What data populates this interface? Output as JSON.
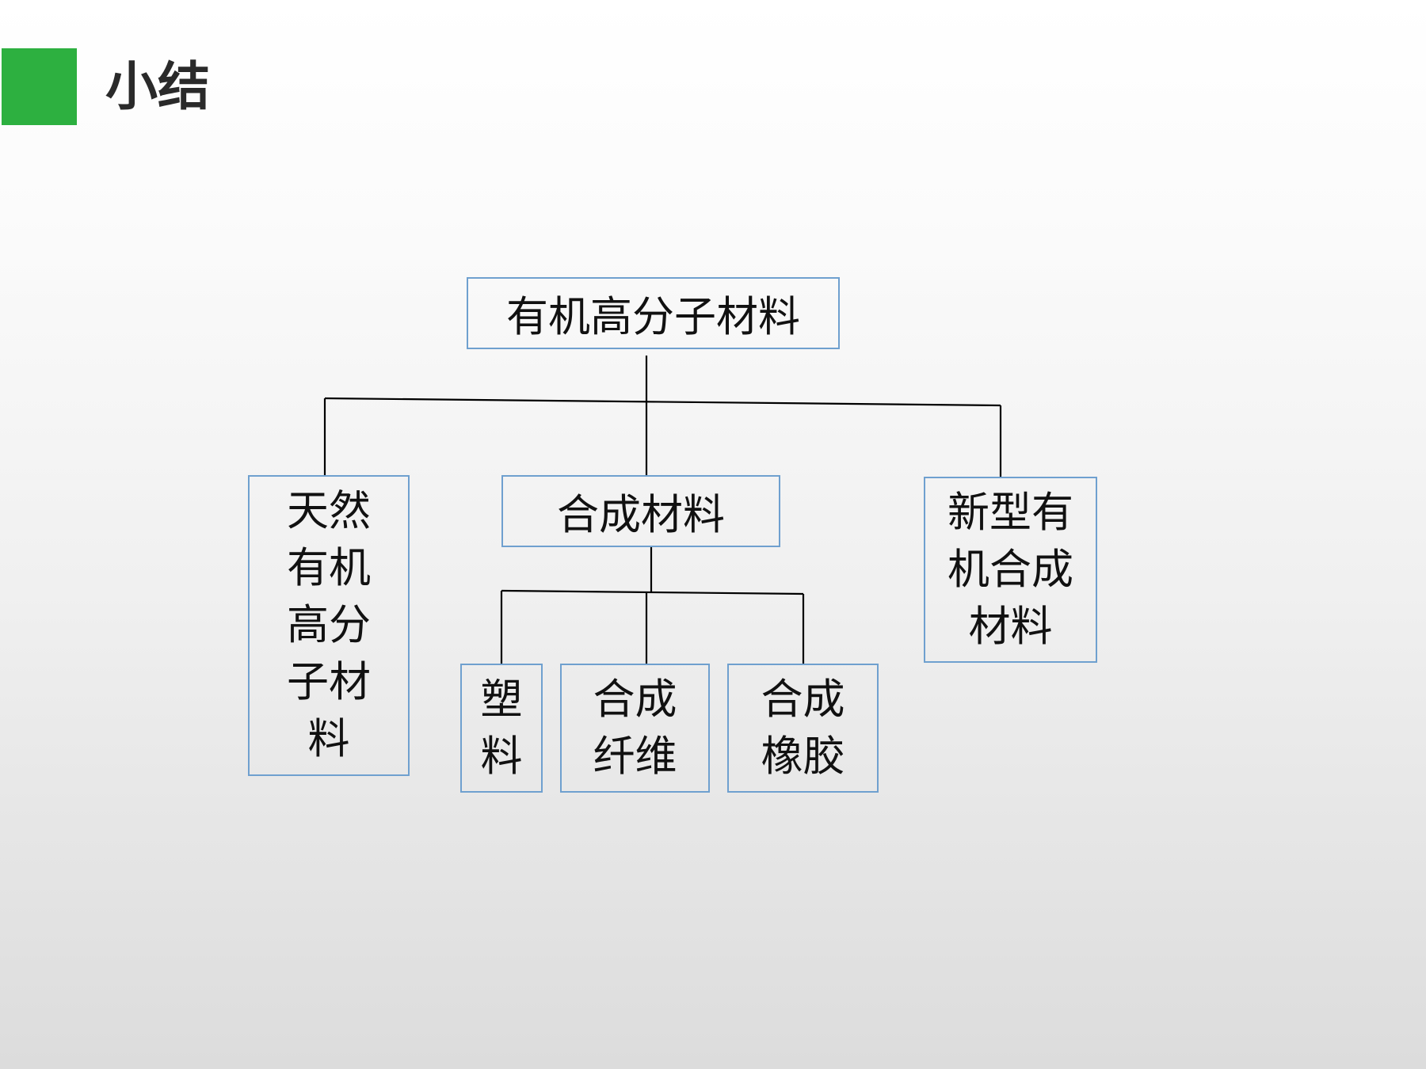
{
  "slide": {
    "title": "小结",
    "accent_color": "#2db040"
  },
  "diagram": {
    "root": "有机高分子材料",
    "natural": "天然有机高分子材料",
    "synthetic": "合成材料",
    "new_synthetic": "新型有机合成材料",
    "plastic": "塑料",
    "fiber": "合成纤维",
    "rubber": "合成橡胶",
    "box_border_color": "#6fa0cf",
    "line_color": "#000000"
  }
}
